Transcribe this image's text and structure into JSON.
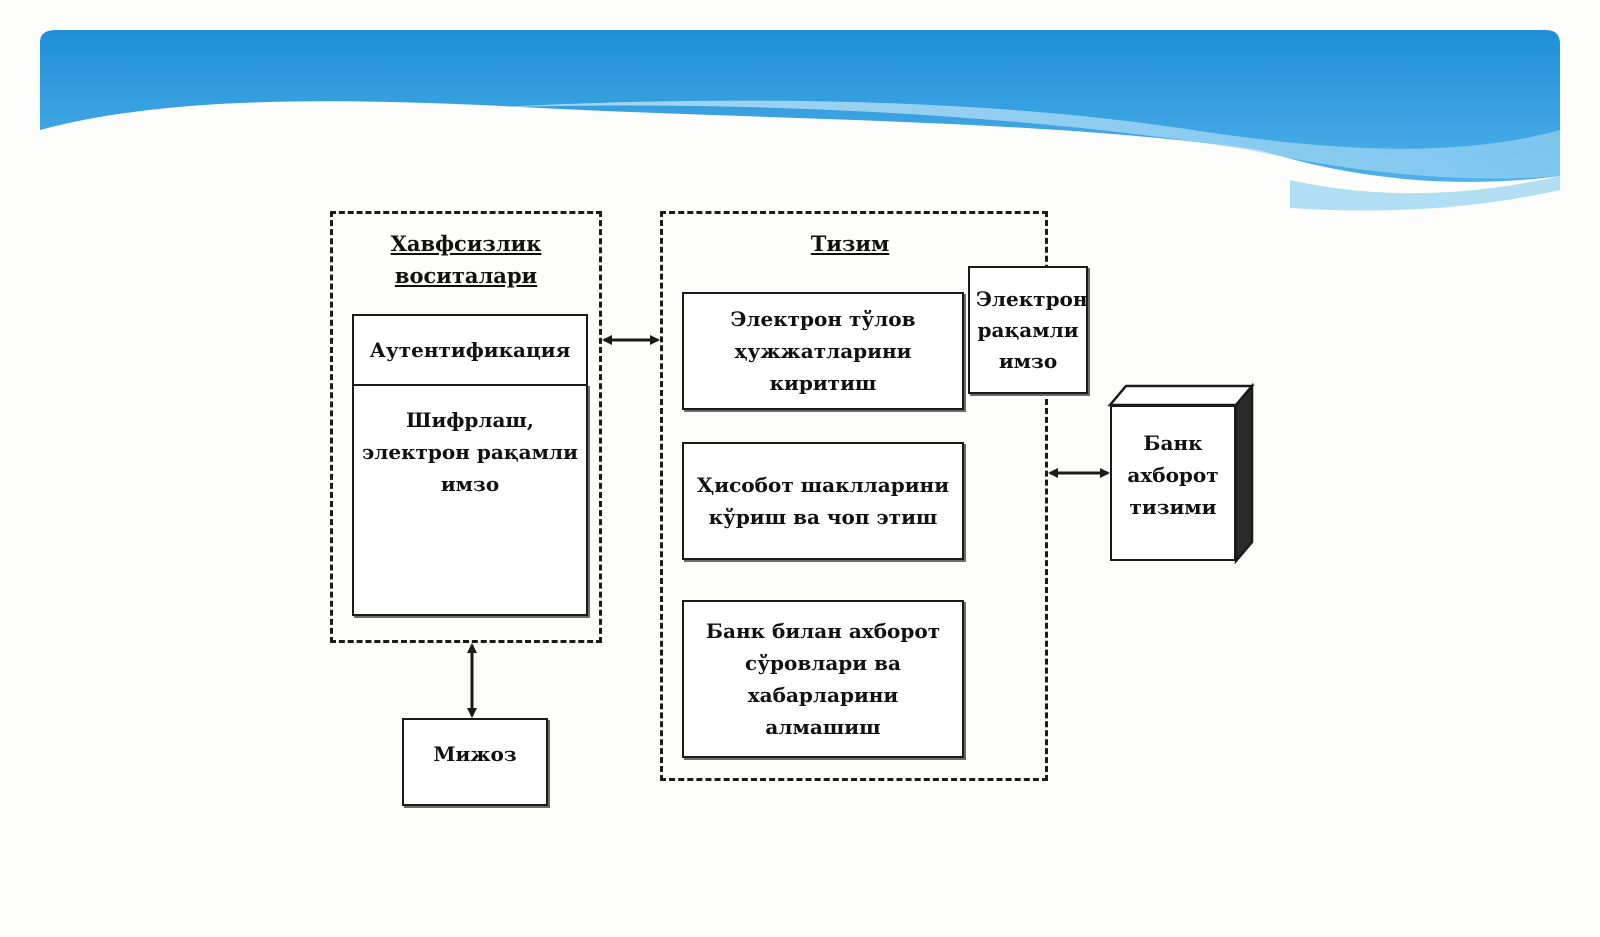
{
  "colors": {
    "banner_dark": "#1f8fd6",
    "banner_light": "#8fd0f2",
    "line": "#1a1a1a"
  },
  "diagram": {
    "security_group": {
      "title": "Хавфсизлик воситалари",
      "authentication": "Аутентификация",
      "encryption": "Шифрлаш, электрон рақамли имзо"
    },
    "system_group": {
      "title": "Тизим",
      "payment_docs": "Электрон тўлов ҳужжатларини киритиш",
      "reports": "Ҳисобот шаклларини кўриш ва чоп этиш",
      "bank_exchange": "Банк билан ахборот сўровлари ва хабарларини алмашиш"
    },
    "digital_signature": "Электрон рақамли имзо",
    "client": "Мижоз",
    "bank_system": "Банк ахборот тизими"
  }
}
